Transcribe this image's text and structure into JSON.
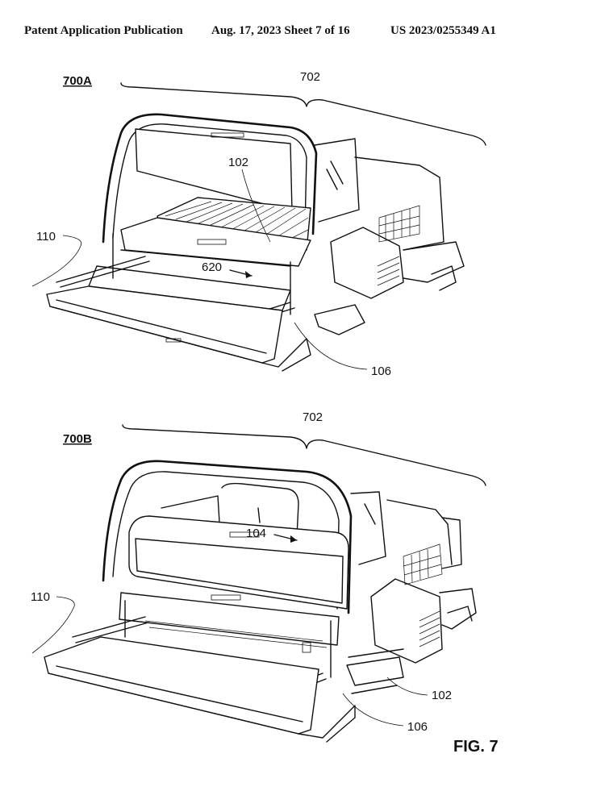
{
  "header": {
    "left": "Patent Application Publication",
    "middle": "Aug. 17, 2023  Sheet 7 of 16",
    "right": "US 2023/0255349 A1"
  },
  "figure_a": {
    "id": "700A",
    "labels": {
      "ref_702": "702",
      "ref_102": "102",
      "ref_110": "110",
      "ref_620": "620",
      "ref_106": "106"
    }
  },
  "figure_b": {
    "id": "700B",
    "labels": {
      "ref_702": "702",
      "ref_104": "104",
      "ref_110": "110",
      "ref_102": "102",
      "ref_106": "106"
    }
  },
  "figure_caption": "FIG. 7"
}
